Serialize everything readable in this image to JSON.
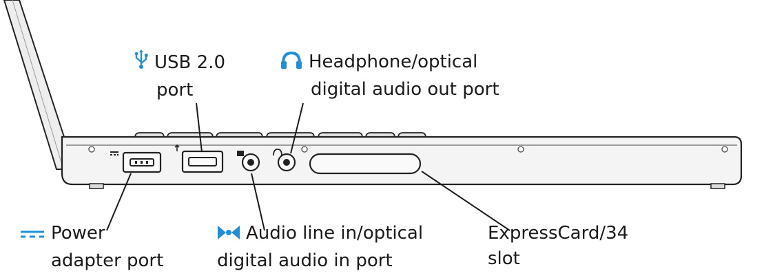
{
  "colors": {
    "accent": "#1f8fd8",
    "ink": "#1a1a1a",
    "body_fill": "#f4f4f4",
    "outline": "#222222"
  },
  "labels": {
    "usb": {
      "icon": "usb-icon",
      "line1": "USB 2.0",
      "line2": "port"
    },
    "headphone": {
      "icon": "headphone-icon",
      "line1": "Headphone/optical",
      "line2": "digital audio out port"
    },
    "power": {
      "icon": "dc-power-icon",
      "line1": "Power",
      "line2": "adapter port"
    },
    "audio_in": {
      "icon": "audio-line-in-icon",
      "line1": "Audio line in/optical",
      "line2": "digital audio in port"
    },
    "expresscard": {
      "line1": "ExpressCard/34",
      "line2": "slot"
    }
  }
}
